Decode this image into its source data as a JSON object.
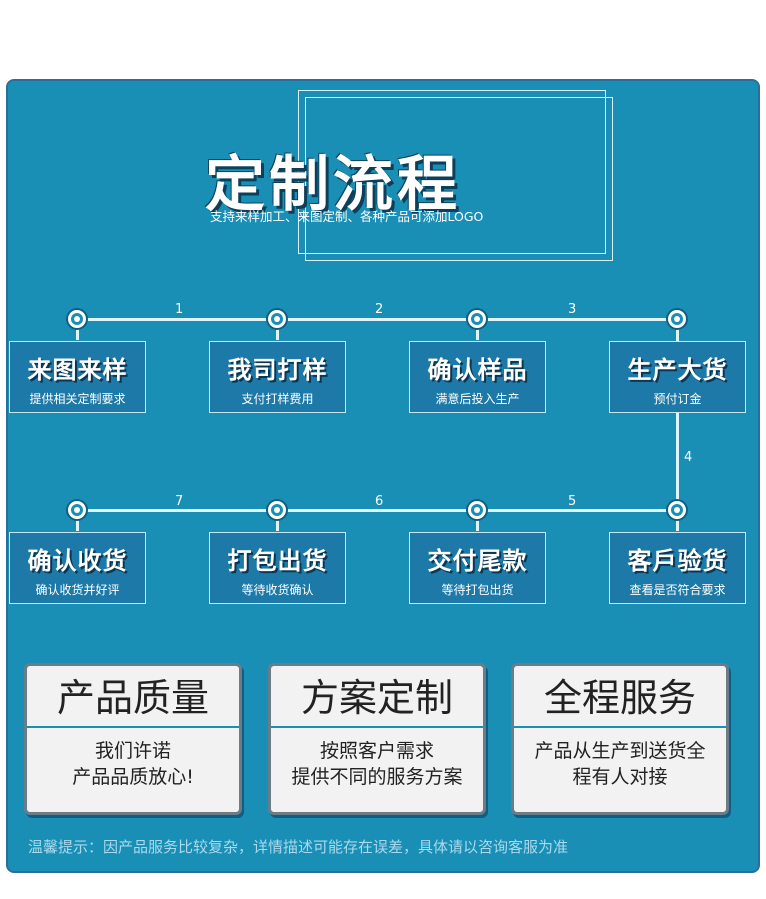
{
  "header": {
    "title": "定制流程",
    "subtitle": "支持来样加工、来图定制、各种产品可添加LOGO"
  },
  "flow": {
    "row1": [
      {
        "title": "来图来样",
        "desc": "提供相关定制要求"
      },
      {
        "title": "我司打样",
        "desc": "支付打样费用"
      },
      {
        "title": "确认样品",
        "desc": "满意后投入生产"
      },
      {
        "title": "生产大货",
        "desc": "预付订金"
      }
    ],
    "row2": [
      {
        "title": "确认收货",
        "desc": "确认收货并好评"
      },
      {
        "title": "打包出货",
        "desc": "等待收货确认"
      },
      {
        "title": "交付尾款",
        "desc": "等待打包出货"
      },
      {
        "title": "客戶验货",
        "desc": "查看是否符合要求"
      }
    ],
    "numbers": [
      "1",
      "2",
      "3",
      "4",
      "5",
      "6",
      "7"
    ]
  },
  "cards": [
    {
      "title": "产品质量",
      "line1": "我们许诺",
      "line2": "产品品质放心!"
    },
    {
      "title": "方案定制",
      "line1": "按照客户需求",
      "line2": "提供不同的服务方案"
    },
    {
      "title": "全程服务",
      "line1": "产品从生产到送货全",
      "line2": "程有人对接"
    }
  ],
  "footer": {
    "tip": "温馨提示：因产品服务比较复杂，详情描述可能存在误差，具体请以咨询客服为准"
  },
  "colors": {
    "panel": "#1a8fb6",
    "step_box": "#1d7aa8",
    "card_bg": "#f2f2f2",
    "tip_text": "#a9d9ec"
  }
}
